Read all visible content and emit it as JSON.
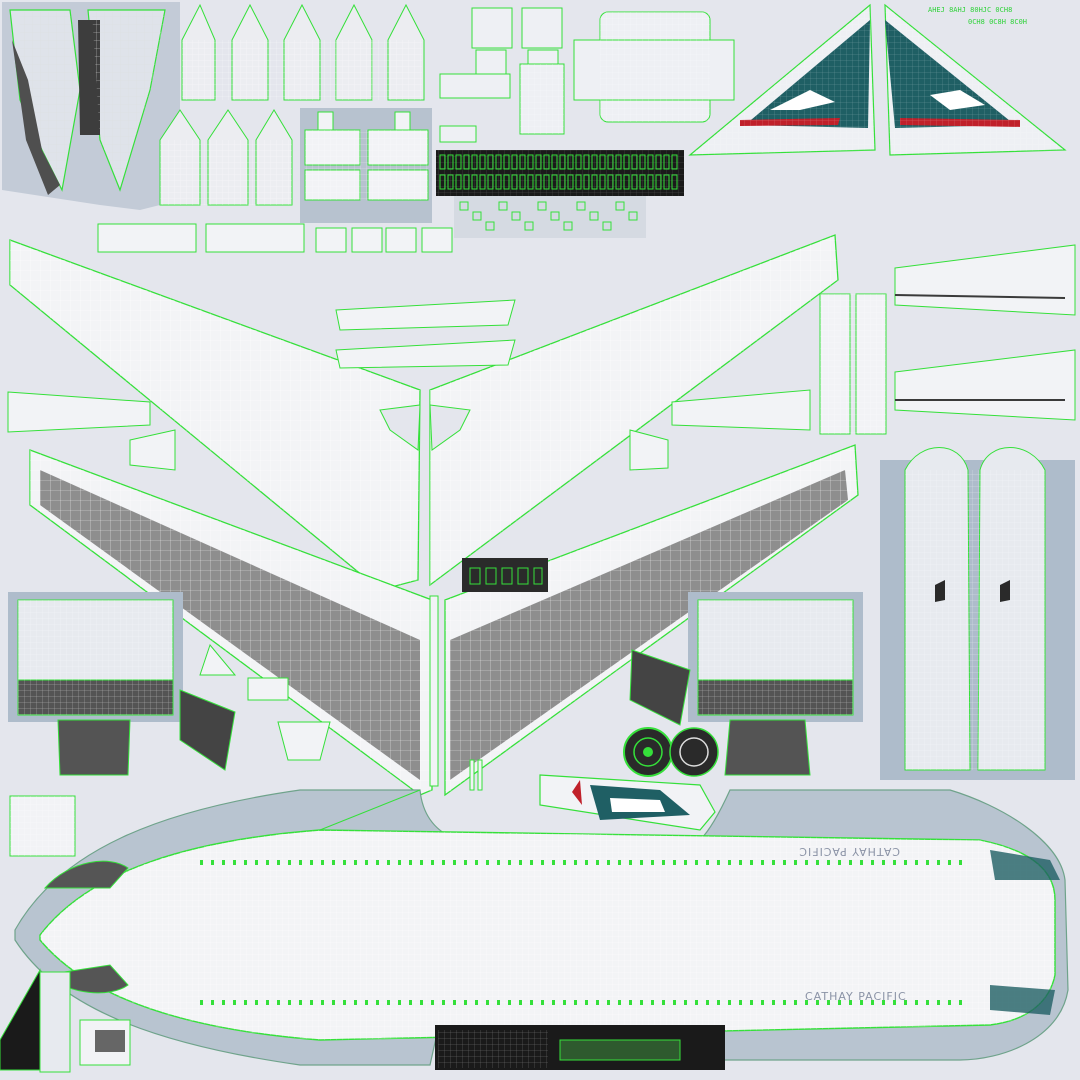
{
  "title": "",
  "palette": {
    "background": "#e4e6ed",
    "shell": "#b9c3cf",
    "shell_stroke": "#6fa38b",
    "seam": "#35e03a",
    "wire": "#ffffff",
    "dark_fill": "#4a4a4a",
    "livery_teal": "#1f5f64",
    "livery_red": "#c0202a"
  },
  "labels": {
    "logo_top": "CATHAY PACIFIC",
    "logo_bottom": "CATHAY PACIFIC",
    "tiny_text_1": "AHEJ 8AHJ 80HJC 0CH8",
    "tiny_text_2": "0CH8 0C8H 8C0H"
  },
  "icons": [
    "wing-left-icon",
    "wing-right-icon",
    "tail-fin-icon",
    "fuselage-icon",
    "engine-nacelle-icon",
    "engine-fan-icon",
    "cockpit-icon",
    "windows-strip-icon"
  ]
}
